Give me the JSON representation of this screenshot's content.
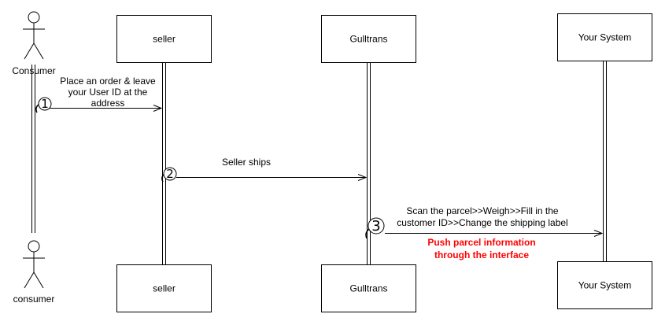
{
  "actors": {
    "top_label": "Consumer",
    "bottom_label": "consumer"
  },
  "participants": {
    "seller": "seller",
    "gulltrans": "Gulltrans",
    "your_system": "Your System"
  },
  "messages": [
    {
      "step": "1",
      "lines": [
        "Place an order & leave",
        "your User ID at the",
        "address"
      ]
    },
    {
      "step": "2",
      "lines": [
        "Seller ships"
      ]
    },
    {
      "step": "3",
      "lines": [
        "Scan the parcel>>Weigh>>Fill in the",
        "customer ID>>Change the shipping label"
      ],
      "note_lines": [
        "Push parcel information",
        "through the interface"
      ]
    }
  ],
  "colors": {
    "line": "#000000",
    "box_fill": "#ffffff",
    "note": "#ff0000"
  }
}
